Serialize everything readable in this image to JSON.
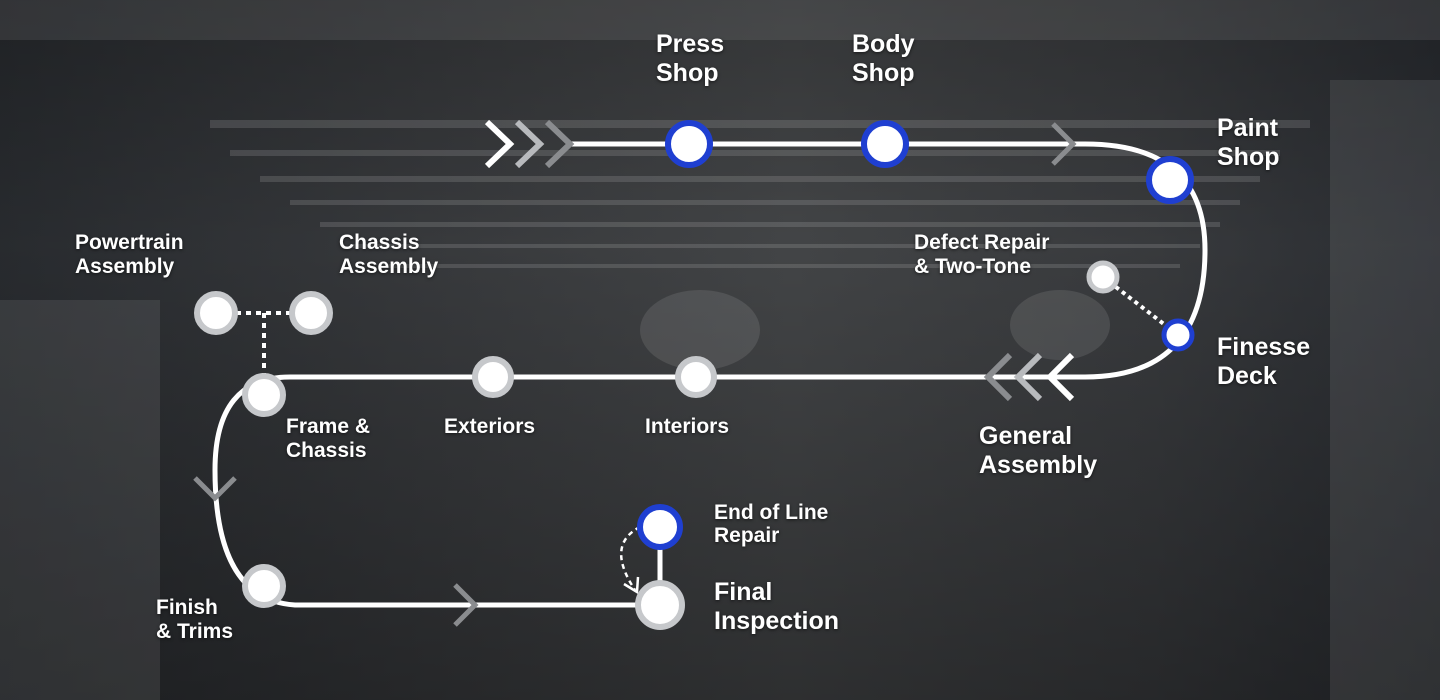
{
  "stations": {
    "press_shop": [
      "Press",
      "Shop"
    ],
    "body_shop": [
      "Body",
      "Shop"
    ],
    "paint_shop": [
      "Paint",
      "Shop"
    ],
    "defect_repair": [
      "Defect Repair",
      "& Two-Tone"
    ],
    "finesse_deck": [
      "Finesse",
      "Deck"
    ],
    "general_assembly": [
      "General",
      "Assembly"
    ],
    "interiors": [
      "Interiors"
    ],
    "exteriors": [
      "Exteriors"
    ],
    "frame_chassis": [
      "Frame &",
      "Chassis"
    ],
    "powertrain_assembly": [
      "Powertrain",
      "Assembly"
    ],
    "chassis_assembly": [
      "Chassis",
      "Assembly"
    ],
    "finish_trims": [
      "Finish",
      "& Trims"
    ],
    "final_inspection": [
      "Final",
      "Inspection"
    ],
    "end_of_line_repair": [
      "End of Line",
      "Repair"
    ]
  },
  "colors": {
    "track": "#ffffff",
    "major_ring": "#1f3fd1",
    "minor_ring": "#c6c8cb",
    "chevron_gray": "#8a8c8f"
  }
}
